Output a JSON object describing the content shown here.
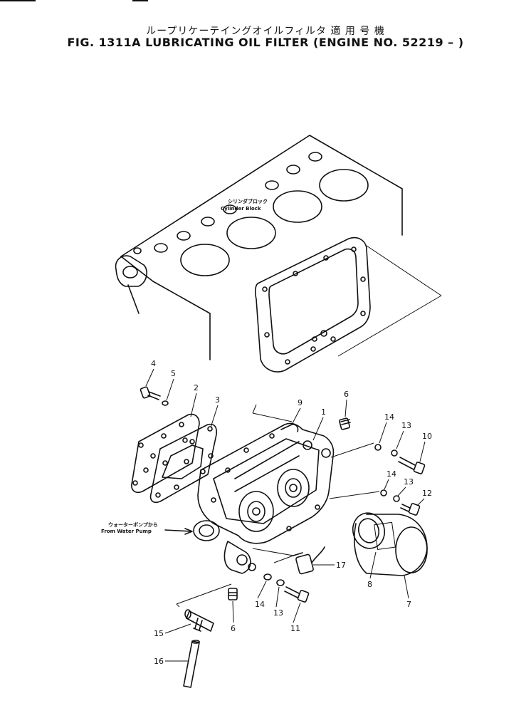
{
  "title_jp": "ループリケーテイングオイルフィルタ 適 用 号 機",
  "title_en": "FIG. 1311A  LUBRICATING OIL FILTER (ENGINE NO. 52219 – )",
  "annotations": {
    "cylinder_block_jp": "シリンダブロック",
    "cylinder_block_en": "Cylinder Block",
    "water_pump_jp": "ウォーターポンプから",
    "water_pump_en": "From Water Pump"
  },
  "callouts": [
    "4",
    "5",
    "2",
    "3",
    "9",
    "1",
    "6",
    "14",
    "13",
    "10",
    "14",
    "13",
    "12",
    "17",
    "8",
    "7",
    "14",
    "13",
    "11",
    "6",
    "15",
    "16"
  ]
}
